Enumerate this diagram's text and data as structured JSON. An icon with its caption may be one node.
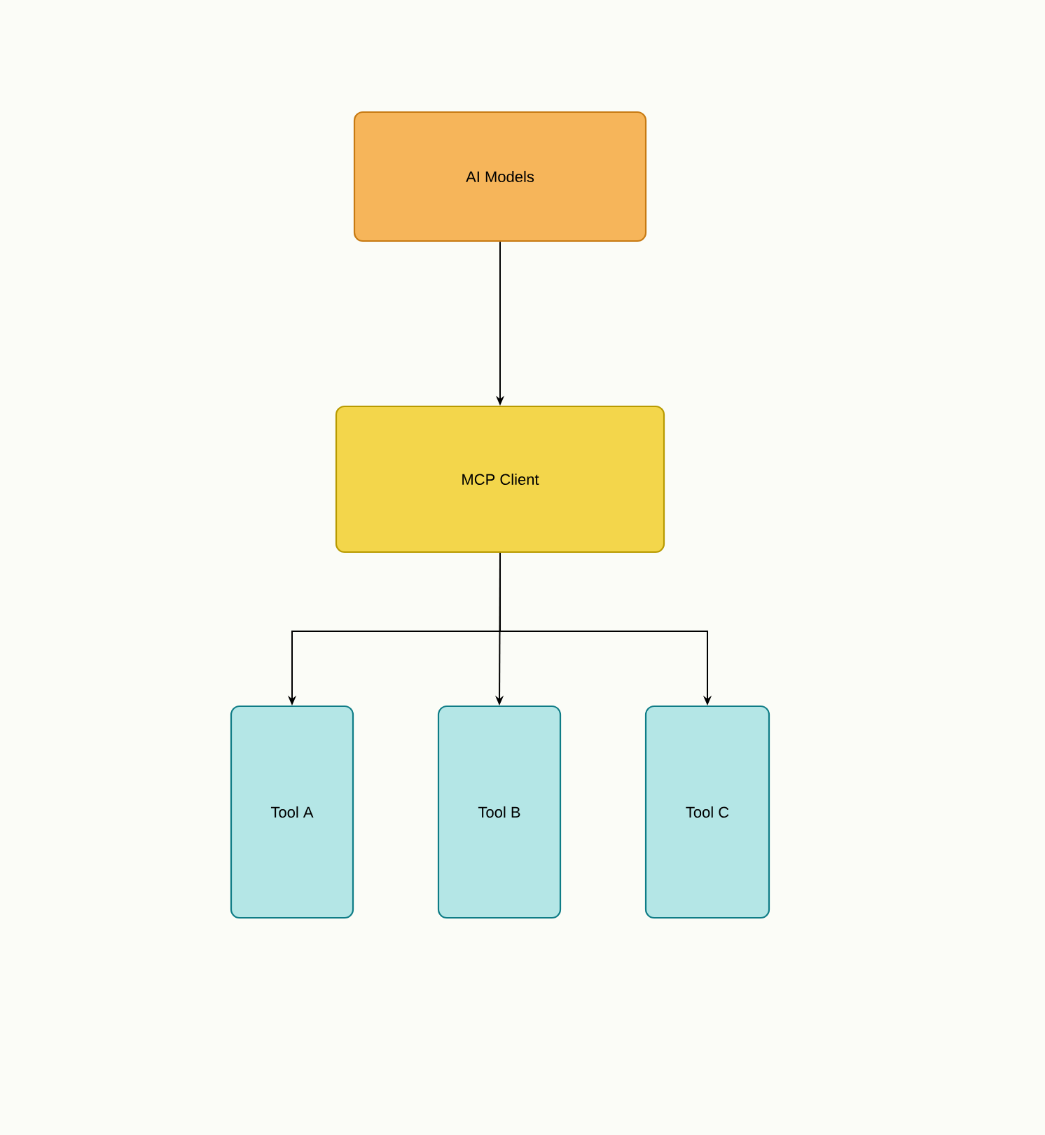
{
  "diagram": {
    "nodes": [
      {
        "text": [
          "AI Models"
        ]
      },
      {
        "text": [
          "MCP Client"
        ]
      },
      {
        "text": [
          "Tool A"
        ]
      },
      {
        "text": [
          "Tool B"
        ]
      },
      {
        "text": [
          "Tool C"
        ]
      }
    ],
    "edges": [
      {
        "from": 0,
        "to": 1,
        "arrow": "to"
      },
      {
        "from": 1,
        "to": 2,
        "arrow": "to"
      },
      {
        "from": 1,
        "to": 3,
        "arrow": "to"
      },
      {
        "from": 1,
        "to": 4,
        "arrow": "to"
      }
    ]
  }
}
